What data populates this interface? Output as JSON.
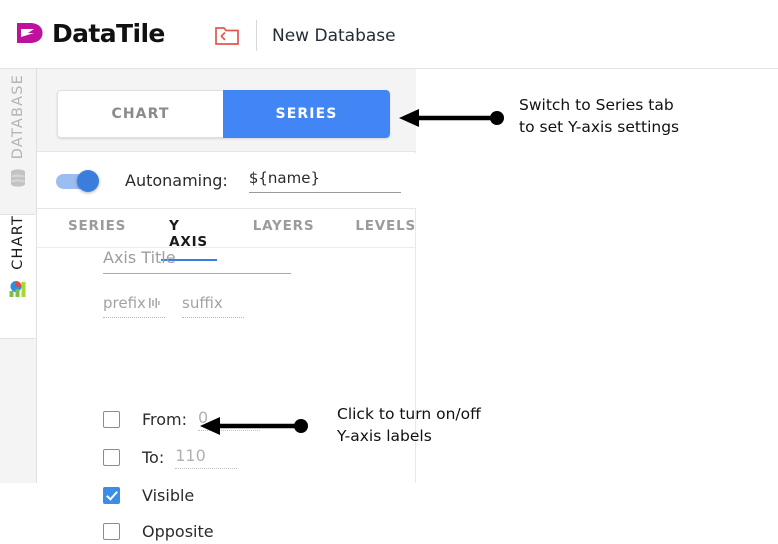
{
  "header": {
    "logo_text": "DataTile",
    "logo_icon": "datatile-logo-icon",
    "folder_icon": "folder-back-icon",
    "database_title": "New Database"
  },
  "rail": {
    "items": [
      {
        "label": "DATABASE",
        "icon": "database-cylinder-icon",
        "active": false
      },
      {
        "label": "CHART",
        "icon": "chart-pie-bar-icon",
        "active": true
      }
    ]
  },
  "panel": {
    "segmented": {
      "chart_label": "CHART",
      "series_label": "SERIES",
      "active": "SERIES",
      "active_color": "#4285f4"
    },
    "autonaming": {
      "label": "Autonaming:",
      "toggle_on": true,
      "toggle_color": "#3b7ddd",
      "value": "${name}"
    },
    "subtabs": [
      {
        "label": "SERIES",
        "active": false
      },
      {
        "label": "Y AXIS",
        "active": true
      },
      {
        "label": "LAYERS",
        "active": false
      },
      {
        "label": "LEVELS",
        "active": false
      }
    ],
    "subtab_accent": "#3b7ddd",
    "axis_title": {
      "placeholder": "Axis Title",
      "value": ""
    },
    "prefix": {
      "placeholder": "prefix",
      "value": "",
      "icon": "format-bars-icon"
    },
    "suffix": {
      "placeholder": "suffix",
      "value": ""
    },
    "options": [
      {
        "label": "From:",
        "checked": false,
        "value": "0"
      },
      {
        "label": "To:",
        "checked": false,
        "value": "110"
      },
      {
        "label": "Visible",
        "checked": true,
        "value": ""
      },
      {
        "label": "Opposite",
        "checked": false,
        "value": ""
      }
    ],
    "checkbox_checked_color": "#3b8ee8"
  },
  "annotations": [
    {
      "text": "Switch to Series tab\nto set Y-axis settings",
      "arrow": "left-arrow-with-dot"
    },
    {
      "text": "Click to turn on/off\nY-axis labels",
      "arrow": "left-arrow-with-dot"
    }
  ]
}
